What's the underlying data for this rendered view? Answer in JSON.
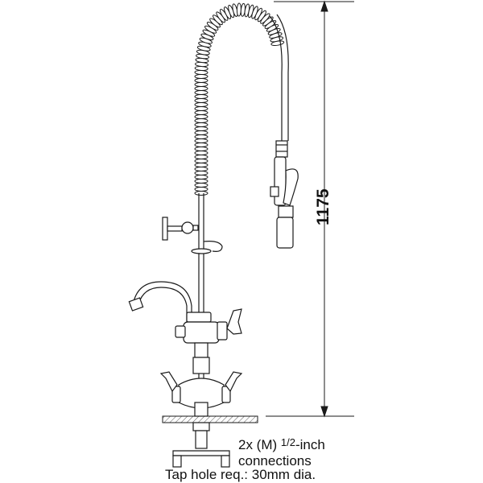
{
  "dimension": {
    "height_label": "1175"
  },
  "callouts": {
    "connections_prefix": "2x (M) ",
    "connections_fraction": "1/2",
    "connections_suffix": "-inch",
    "connections_line2": "connections",
    "tap_hole": "Tap hole req.: 30mm dia."
  },
  "colors": {
    "line": "#1a1a1a",
    "fill": "#ffffff",
    "hatch": "#555555"
  }
}
